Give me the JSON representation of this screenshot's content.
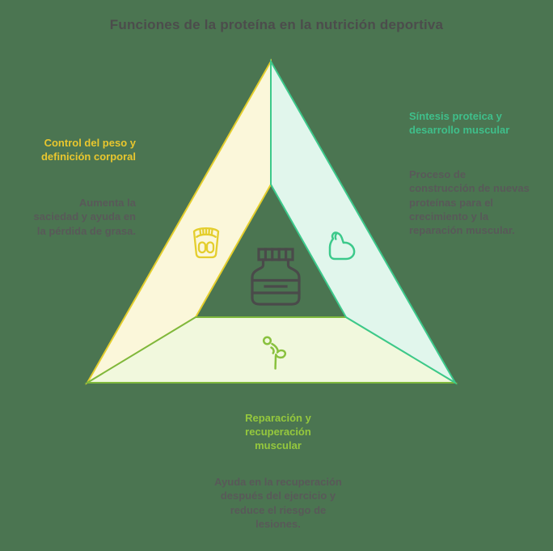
{
  "title": "Funciones de la proteína en la nutrición deportiva",
  "sections": {
    "weight_control": {
      "heading": "Control del peso y definición corporal",
      "heading_lines": [
        "Control del peso y",
        "definición corporal"
      ],
      "body": "Aumenta la saciedad y ayuda en la pérdida de grasa.",
      "body_lines": [
        "Aumenta la",
        "saciedad y ayuda en",
        "la pérdida de grasa."
      ],
      "icon": "scale-icon"
    },
    "protein_synthesis": {
      "heading": "Síntesis proteica y desarrollo muscular",
      "heading_lines": [
        "Síntesis proteica y",
        "desarrollo muscular"
      ],
      "body": "Proceso de construcción de nuevas proteínas para el crecimiento y la reparación muscular.",
      "body_lines": [
        "Proceso de",
        "construcción de nuevas",
        "proteínas para el",
        "crecimiento y la",
        "reparación muscular."
      ],
      "icon": "bicep-icon"
    },
    "muscle_recovery": {
      "heading": "Reparación y recuperación muscular",
      "heading_lines": [
        "Reparación y",
        "recuperación",
        "muscular"
      ],
      "body": "Ayuda en la recuperación después del ejercicio y reduce el riesgo de lesiones.",
      "body_lines": [
        "Ayuda en la recuperación",
        "después del ejercicio y",
        "reduce el riesgo de",
        "lesiones."
      ],
      "icon": "yoga-pose-icon"
    }
  },
  "center_icon": "protein-jar-icon",
  "colors": {
    "background": "#4B7551",
    "title_text": "#4C4C4C",
    "body_text": "#595959",
    "weight_control_accent": "#E9C72E",
    "weight_control_fill": "#FBF7DA",
    "weight_control_stroke": "#E4CE2D",
    "protein_synthesis_accent": "#3FBF8B",
    "protein_synthesis_fill": "#E1F6EC",
    "protein_synthesis_stroke": "#3CC98B",
    "muscle_recovery_accent": "#95C83D",
    "muscle_recovery_fill": "#F1F8DD",
    "muscle_recovery_stroke": "#7FB83D",
    "muscle_recovery_icon": "#89C13E",
    "center_icon": "#4A4A4A"
  }
}
